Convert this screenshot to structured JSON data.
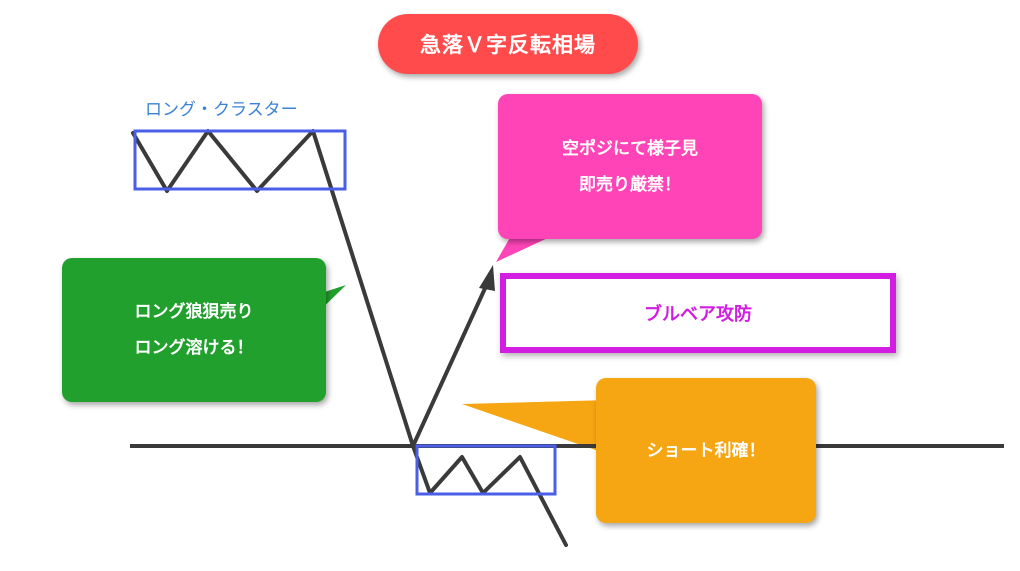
{
  "title": "急落Ｖ字反転相場",
  "cluster_label": "ロング・クラスター",
  "callouts": {
    "green": {
      "line1": "ロング狼狽売り",
      "line2": "ロング溶ける！"
    },
    "pink": {
      "line1": "空ポジにて様子見",
      "line2": "即売り厳禁！"
    },
    "orange": {
      "line1": "ショート利確！"
    }
  },
  "bull_bear_label": "ブルベア攻防",
  "colors": {
    "title_bg": "#ff4b4b",
    "green": "#22a02e",
    "pink": "#ff44b8",
    "orange": "#f5a612",
    "magenta": "#d11ee0",
    "blue_box": "#4a5ee8",
    "line": "#3a3a3a"
  }
}
